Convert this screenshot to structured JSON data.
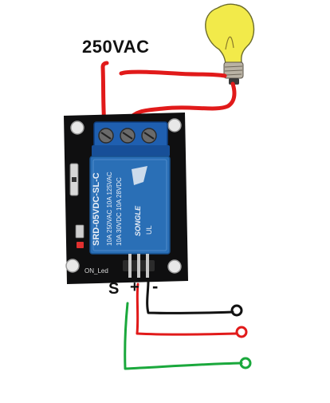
{
  "diagram": {
    "voltage_label": "250VAC",
    "pins": {
      "signal": "S",
      "vcc": "+",
      "gnd": "-"
    },
    "relay_text": {
      "brand": "SONGLE",
      "model": "SRD-05VDC-SL-C",
      "rating_1": "10A 250VAC   10A 125VAC",
      "rating_2": "10A 30VDC   10A 28VDC",
      "led_label": "ON_Led",
      "cert": "UL"
    },
    "colors": {
      "board": "#0f0f10",
      "relay": "#2a6fb6",
      "terminal": "#1f5fb0",
      "wire_red": "#e11a1a",
      "wire_black": "#111111",
      "wire_green": "#1aa83c",
      "bulb": "#f2ea4a"
    }
  }
}
